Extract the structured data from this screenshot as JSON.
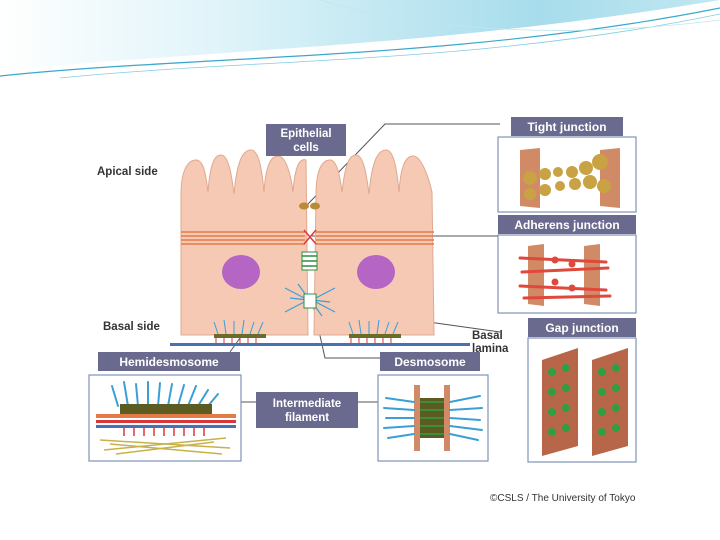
{
  "labels": {
    "epithelial_cells_line1": "Epithelial",
    "epithelial_cells_line2": "cells",
    "apical_side": "Apical side",
    "basal_side": "Basal side",
    "basal_lamina_line1": "Basal",
    "basal_lamina_line2": "lamina",
    "tight_junction": "Tight junction",
    "adherens_junction": "Adherens junction",
    "gap_junction": "Gap junction",
    "hemidesmosome": "Hemidesmosome",
    "desmosome": "Desmosome",
    "intermediate_filament_line1": "Intermediate",
    "intermediate_filament_line2": "filament"
  },
  "credit": "©CSLS / The University of Tokyo",
  "colors": {
    "cell_fill": "#f6c9b4",
    "nucleus": "#b565c4",
    "label_box": "#6a6a8e",
    "label_text": "#ffffff",
    "box_border": "#7f93b8",
    "basal_lamina": "#4a6fb5",
    "header_swoosh": "#6ec6e0"
  }
}
